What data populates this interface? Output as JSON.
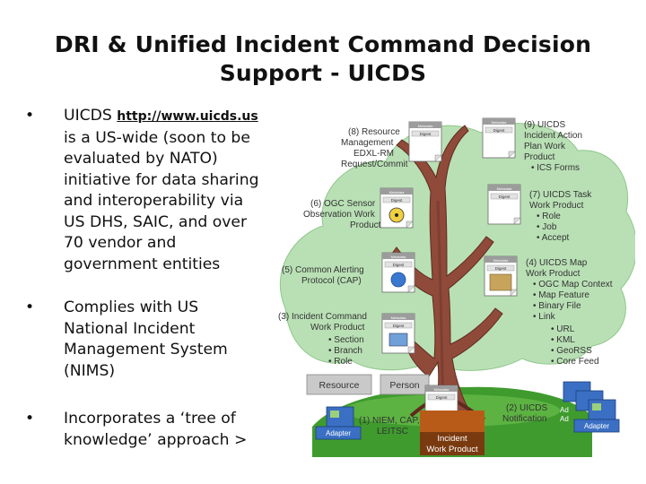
{
  "slide": {
    "title_line1": "DRI & Unified Incident Command Decision",
    "title_line2": "Support - UICDS"
  },
  "bullets": [
    {
      "marker": "•",
      "text_pre": "UICDS ",
      "link": "http://www.uicds.us",
      "lines": [
        "is a US-wide (soon to be",
        "evaluated by NATO)",
        "initiative for data sharing",
        "and interoperability via",
        "US DHS, SAIC, and over",
        "70 vendor and",
        "government entities"
      ]
    },
    {
      "marker": "•",
      "lines": [
        "Complies with US",
        "National Incident",
        "Management System",
        "(NIMS)"
      ]
    },
    {
      "marker": "•",
      "lines": [
        "Incorporates a ‘tree of",
        "knowledge’ approach >"
      ]
    }
  ],
  "diagram": {
    "card_header": "Metadata",
    "card_subheader": "Digest",
    "labels": {
      "resource_mgmt": [
        "(8) Resource",
        "Management",
        "EDXL-RM",
        "Request/Commit"
      ],
      "incident_action": [
        "(9) UICDS",
        "Incident Action",
        "Plan Work",
        "Product",
        "• ICS Forms"
      ],
      "ogc_sensor": [
        "(6) OGC Sensor",
        "Observation Work",
        "Product"
      ],
      "task": [
        "(7) UICDS Task",
        "Work Product",
        "• Role",
        "• Job",
        "• Accept"
      ],
      "cap": [
        "(5) Common Alerting",
        "Protocol (CAP)"
      ],
      "map": [
        "(4) UICDS Map",
        "Work Product",
        "• OGC Map Context",
        "• Map Feature",
        "• Binary File",
        "• Link"
      ],
      "map_links": [
        "• URL",
        "• KML",
        "• GeoRSS",
        "• Core Feed"
      ],
      "incident_cmd": [
        "(3) Incident Command",
        "Work Product",
        "• Section",
        "• Branch",
        "• Role"
      ],
      "resource_box": "Resource",
      "person_box": "Person",
      "niem": [
        "(1) NIEM, CAP,",
        "LEITSC"
      ],
      "notification": [
        "(2) UICDS",
        "Notification"
      ],
      "incident_wp": [
        "Incident",
        "Work Product"
      ],
      "adapter": "Adapter",
      "adapter_partial": "Ad"
    },
    "colors": {
      "canopy": "#b9e0b5",
      "trunk": "#8f4a3a",
      "trunk_shadow": "#5e2b1f",
      "grass": "#3f9b2e",
      "adapter": "#3a6fc4",
      "grey_box": "#c9c9c9"
    }
  }
}
